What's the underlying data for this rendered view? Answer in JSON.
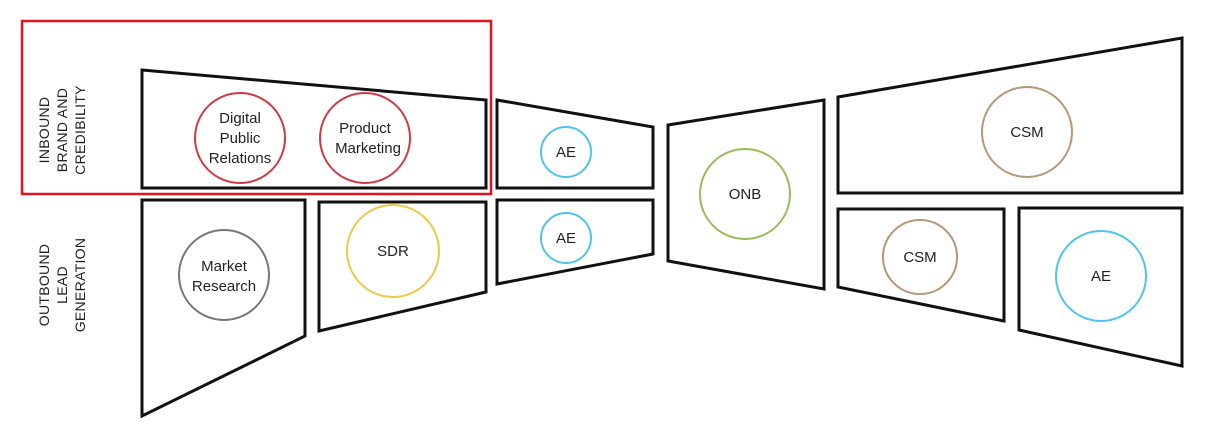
{
  "colors": {
    "highlight": "#e0141e",
    "outline": "#111111",
    "digital_pr": "#cc3b45",
    "product_marketing": "#cc3b45",
    "ae": "#4fc3ea",
    "onb": "#9abb59",
    "csm": "#b5977a",
    "market_research": "#777777",
    "sdr": "#edc84a"
  },
  "side_labels": {
    "inbound": [
      "INBOUND",
      "BRAND AND",
      "CREDIBILITY"
    ],
    "outbound": [
      "OUTBOUND",
      "LEAD",
      "GENERATION"
    ]
  },
  "nodes": {
    "digital_pr": [
      "Digital",
      "Public",
      "Relations"
    ],
    "product_marketing": [
      "Product",
      "Marketing"
    ],
    "ae_top": [
      "AE"
    ],
    "ae_bottom": [
      "AE"
    ],
    "onb": [
      "ONB"
    ],
    "csm_top": [
      "CSM"
    ],
    "csm_bottom": [
      "CSM"
    ],
    "ae_right": [
      "AE"
    ],
    "market_research": [
      "Market",
      "Research"
    ],
    "sdr": [
      "SDR"
    ]
  }
}
